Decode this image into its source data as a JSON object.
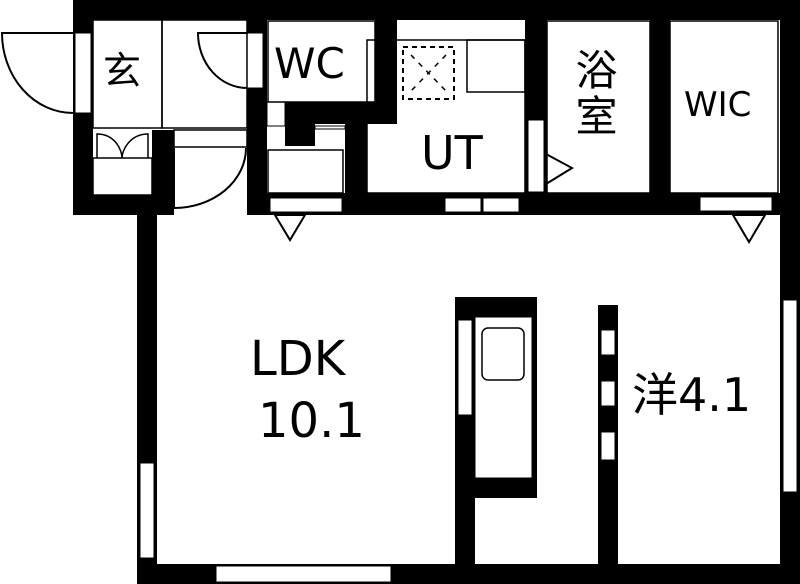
{
  "floorplan": {
    "rooms": [
      {
        "id": "genkan",
        "label": "玄",
        "meaning": "entrance"
      },
      {
        "id": "wc",
        "label": "WC"
      },
      {
        "id": "ut",
        "label": "UT"
      },
      {
        "id": "bath",
        "label": "浴室"
      },
      {
        "id": "wic",
        "label": "WIC"
      },
      {
        "id": "ldk",
        "label": "LDK",
        "size": "10.1"
      },
      {
        "id": "western",
        "label": "洋4.1"
      }
    ],
    "colors": {
      "wall": "#000000",
      "background": "#ffffff"
    }
  }
}
